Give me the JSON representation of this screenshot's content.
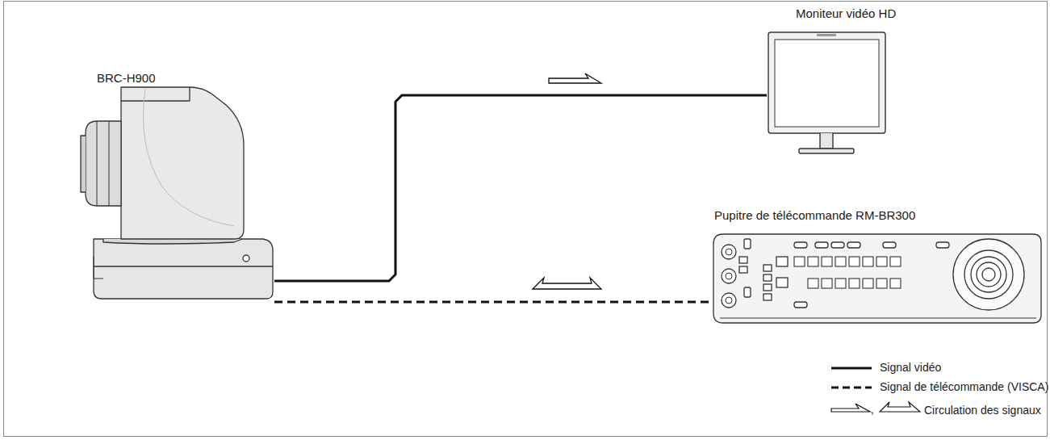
{
  "diagram": {
    "nodes": [
      {
        "text": [
          "BRC-H900"
        ]
      },
      {
        "text": [
          "Moniteur vidéo HD"
        ]
      },
      {
        "text": [
          "Pupitre de télécommande RM-BR300"
        ]
      }
    ],
    "edges": [
      {
        "from": 0,
        "to": 1,
        "arrow": "to"
      },
      {
        "from": 0,
        "to": 2,
        "arrow": "both"
      }
    ],
    "labels": [
      ","
    ],
    "legend": [
      {
        "text": "Signal vidéo"
      },
      {
        "text": "Signal de télécommande (VISCA)"
      },
      {
        "text": "Circulation des signaux"
      }
    ]
  }
}
